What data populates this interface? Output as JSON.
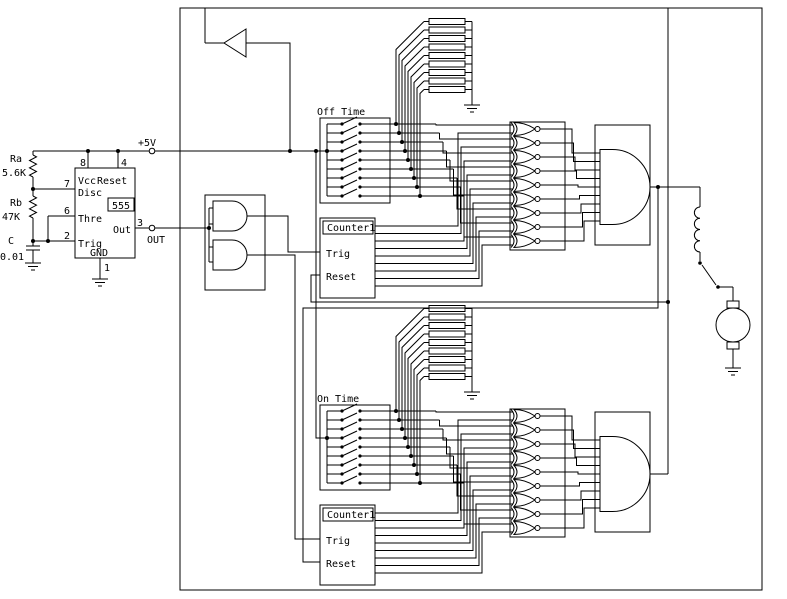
{
  "schematic": {
    "power_label": "+5V",
    "output_label": "OUT",
    "timer": {
      "r1_name": "Ra",
      "r1_value": "5.6K",
      "r2_name": "Rb",
      "r2_value": "47K",
      "c_name": "C",
      "c_value": "0.01",
      "ic_name": "555",
      "pins": {
        "vcc": "Vcc",
        "reset": "Reset",
        "disc": "Disc",
        "thre": "Thre",
        "trig": "Trig",
        "out": "Out",
        "gnd": "GND"
      },
      "pin_numbers": {
        "n1": "1",
        "n2": "2",
        "n3": "3",
        "n4": "4",
        "n6": "6",
        "n7": "7",
        "n8": "8"
      }
    },
    "off_section": {
      "title": "Off Time",
      "counter_name": "Counter1",
      "trig": "Trig",
      "reset": "Reset"
    },
    "on_section": {
      "title": "On Time",
      "counter_name": "Counter1",
      "trig": "Trig",
      "reset": "Reset"
    }
  }
}
